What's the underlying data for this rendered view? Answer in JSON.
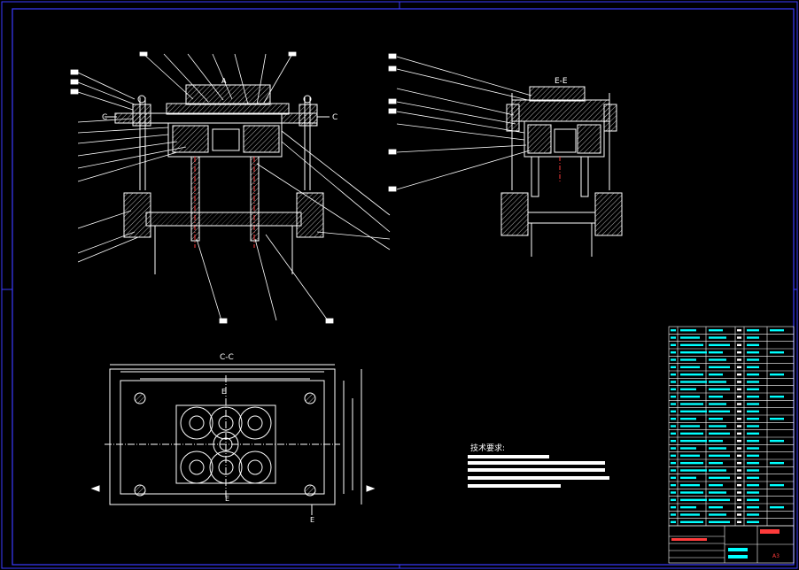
{
  "drawing": {
    "views": {
      "main_view": {
        "section_mark": "A"
      },
      "side_view": {
        "title": "E-E"
      },
      "plan_view": {
        "title": "C-C"
      }
    },
    "section_marks": {
      "c_left": "C",
      "c_right": "C",
      "e_top": "E",
      "e_bottom": "E",
      "e_side": "E"
    },
    "technical_requirements": {
      "heading": "技术要求:"
    },
    "title_block": {
      "sheet_size": "A3"
    },
    "colors": {
      "background": "#000000",
      "frame": "#3b3bff",
      "outline": "#ffffff",
      "leader": "#ffffff",
      "dimension": "#ffffff",
      "hatch": "#ffffff",
      "centerline": "#ff3b3b",
      "table_text": "#00ffff",
      "title_accent": "#ff3b3b"
    }
  }
}
